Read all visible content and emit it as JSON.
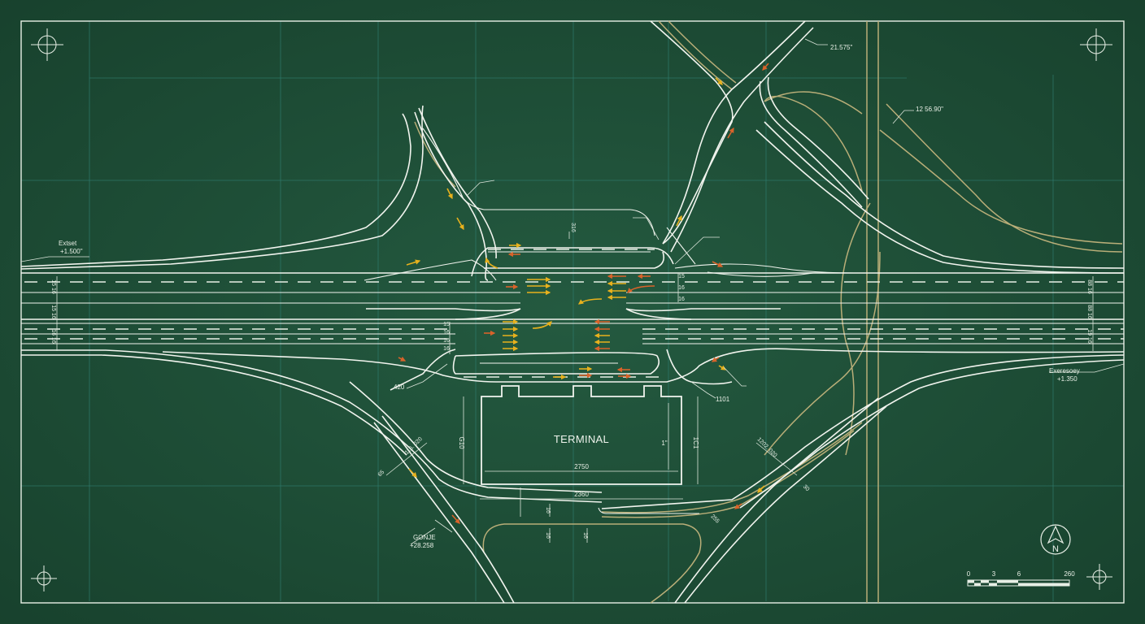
{
  "drawing": {
    "terminal_label": "TERMINAL",
    "north_label": "N",
    "colors": {
      "background": "#1e4a34",
      "grid": "#2f7b6e",
      "road": "#f1f4ee",
      "rail": "#b9ae78",
      "arrow_yellow": "#e7b11d",
      "arrow_orange": "#d8632a"
    },
    "callouts": {
      "top_right_angle": "21.575\"",
      "right_angle": "12 56.90\"",
      "left_elevation_name": "Extset",
      "left_elevation_value": "+1.500\"",
      "right_elevation_name": "Exeresoey",
      "right_elevation_value": "+1.350",
      "bottom_elevation_name": "GONJE",
      "bottom_elevation_value": "+28.258",
      "left_marker": "420",
      "right_marker": "1101",
      "top_center_dim": "316",
      "left_diag_dim": "116. 020",
      "right_diag_dim": "1202. 020",
      "right_diag_end": "30",
      "sw_marker": "65",
      "se_marker": "255"
    },
    "terminal_dims": {
      "inner_width": "2750",
      "outer_width": "2360",
      "left_height": "G10",
      "right_height": "1C1",
      "right_inner": "1\"",
      "under_a": "16",
      "under_b": "16",
      "under_c": "16"
    },
    "lane_dims": {
      "left": [
        "15 16",
        "15 16",
        "16 16"
      ],
      "right": [
        "88 16",
        "88 16",
        "19 16"
      ],
      "center_left": [
        "15",
        "16",
        "16",
        "16"
      ],
      "center_right": [
        "15",
        "16",
        "16"
      ]
    },
    "scale_bar": {
      "ticks": [
        "0",
        "3",
        "6",
        "260"
      ]
    }
  }
}
